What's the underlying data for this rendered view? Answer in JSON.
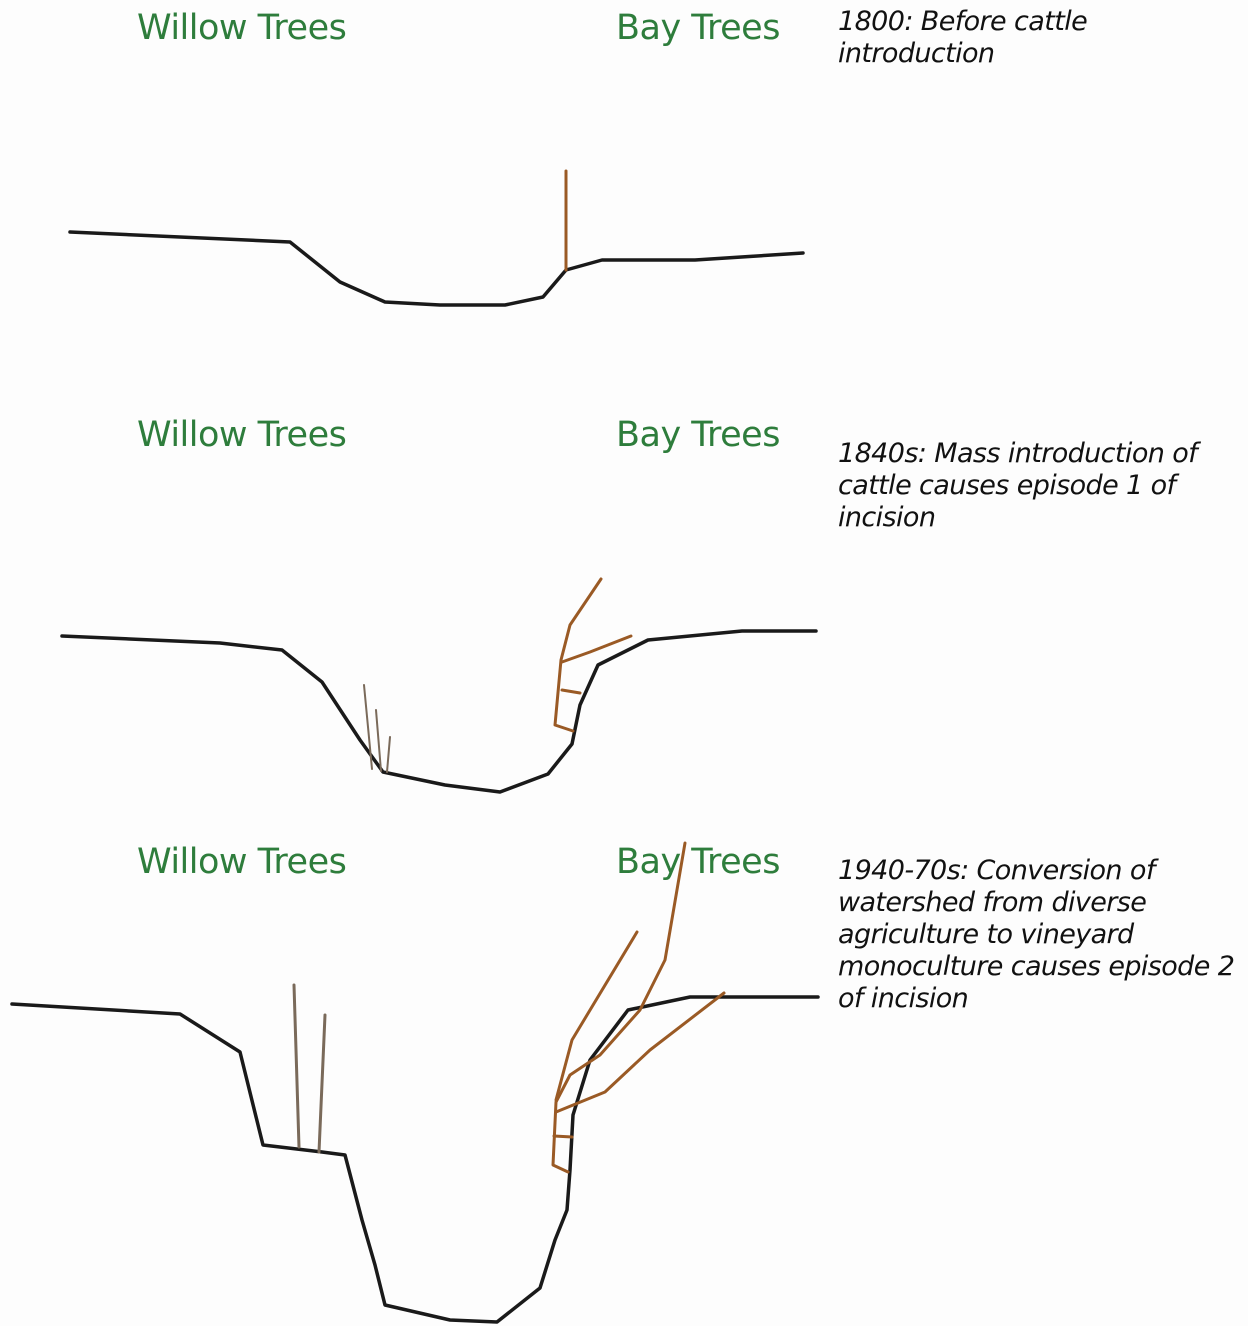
{
  "colors": {
    "label_green": "#2e7d3c",
    "channel_line": "#1a1a1a",
    "bay_root": "#9a5a25",
    "willow_root": "#7a6a5a"
  },
  "panels": [
    {
      "willow_label": "Willow Trees",
      "bay_label": "Bay Trees",
      "caption": "1800: Before cattle introduction"
    },
    {
      "willow_label": "Willow Trees",
      "bay_label": "Bay Trees",
      "caption": "1840s: Mass introduction of cattle causes episode 1 of incision"
    },
    {
      "willow_label": "Willow Trees",
      "bay_label": "Bay Trees",
      "caption": "1940-70s: Conversion of watershed from diverse agriculture to vineyard monoculture causes episode 2 of incision"
    }
  ]
}
